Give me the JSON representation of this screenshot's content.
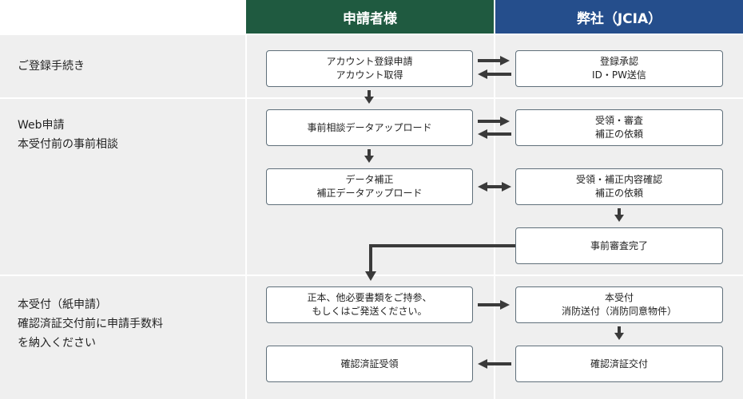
{
  "headers": {
    "applicant": "申請者様",
    "jcia": "弊社（JCIA）"
  },
  "stages": {
    "registration": "ご登録手続き",
    "web_consult": "Web申請\n本受付前の事前相談",
    "main_acceptance": "本受付（紙申請）\n確認済証交付前に申請手数料\nを納入ください"
  },
  "boxes": {
    "account_apply": "アカウント登録申請\nアカウント取得",
    "approval": "登録承認\nID・PW送信",
    "consult_upload": "事前相談データアップロード",
    "receipt_review": "受領・審査\n補正の依頼",
    "correction_upload": "データ補正\n補正データアップロード",
    "receipt_correction": "受領・補正内容確認\n補正の依頼",
    "review_complete": "事前審査完了",
    "submit_docs": "正本、他必要書類をご持参、\nもしくはご発送ください。",
    "main_accept": "本受付\n消防送付（消防同意物件）",
    "cert_receive": "確認済証受領",
    "cert_issue": "確認済証交付"
  },
  "colors": {
    "applicant_header": "#1f5a40",
    "jcia_header": "#254e8c",
    "band": "#efefef",
    "arrow": "#3a3a3a"
  }
}
